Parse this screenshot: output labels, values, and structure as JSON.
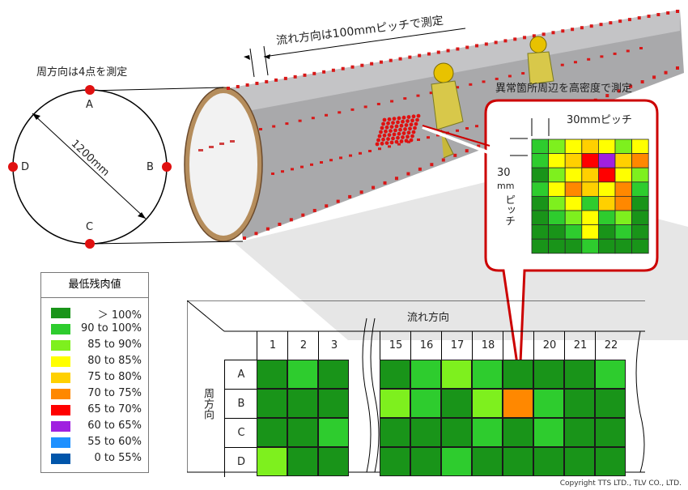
{
  "labels": {
    "flow_pitch": "流れ方向は100mmピッチで測定",
    "circumference": "周方向は4点を測定",
    "diameter": "1200mm",
    "anomaly": "異常箇所周辺を高密度で測定",
    "pitch30_h": "30mmピッチ",
    "pitch30_v_num": "30",
    "pitch30_v_unit": "mm",
    "pitch30_v_text": "ピッチ",
    "flow_direction": "流れ方向",
    "circ_direction": "周方向",
    "copyright": "Copyright TTS LTD., TLV CO., LTD."
  },
  "circle_points": [
    "A",
    "B",
    "C",
    "D"
  ],
  "legend": {
    "title": "最低残肉値",
    "items": [
      {
        "label": "> 100%",
        "color": "#199419"
      },
      {
        "label": "90 to 100%",
        "color": "#2ecc2e"
      },
      {
        "label": "85 to 90%",
        "color": "#7ef01e"
      },
      {
        "label": "80 to 85%",
        "color": "#ffff00"
      },
      {
        "label": "75 to 80%",
        "color": "#ffd000"
      },
      {
        "label": "70 to 75%",
        "color": "#ff8800"
      },
      {
        "label": "65 to 70%",
        "color": "#ff0000"
      },
      {
        "label": "60 to 65%",
        "color": "#a020e0"
      },
      {
        "label": "55 to 60%",
        "color": "#1e90ff"
      },
      {
        "label": "0 to 55%",
        "color": "#0055aa"
      }
    ]
  },
  "grid": {
    "columns": [
      "1",
      "2",
      "3",
      "15",
      "16",
      "17",
      "18",
      "",
      "20",
      "21",
      "22"
    ],
    "rows": [
      "A",
      "B",
      "C",
      "D"
    ],
    "levels": [
      [
        0,
        1,
        0,
        0,
        1,
        2,
        1,
        0,
        0,
        0,
        1
      ],
      [
        0,
        0,
        0,
        2,
        1,
        0,
        2,
        5,
        1,
        0,
        0
      ],
      [
        0,
        0,
        1,
        0,
        0,
        0,
        1,
        0,
        1,
        0,
        0
      ],
      [
        2,
        0,
        0,
        0,
        0,
        1,
        0,
        0,
        0,
        0,
        0
      ]
    ]
  },
  "inset_levels": [
    [
      1,
      2,
      3,
      4,
      3,
      2,
      3
    ],
    [
      1,
      3,
      4,
      6,
      7,
      4,
      5
    ],
    [
      0,
      2,
      3,
      4,
      6,
      3,
      2
    ],
    [
      1,
      3,
      5,
      4,
      3,
      5,
      1
    ],
    [
      0,
      2,
      3,
      1,
      4,
      5,
      0
    ],
    [
      0,
      1,
      2,
      3,
      1,
      2,
      0
    ],
    [
      0,
      0,
      1,
      3,
      0,
      1,
      0
    ],
    [
      0,
      0,
      0,
      1,
      0,
      0,
      0
    ]
  ]
}
